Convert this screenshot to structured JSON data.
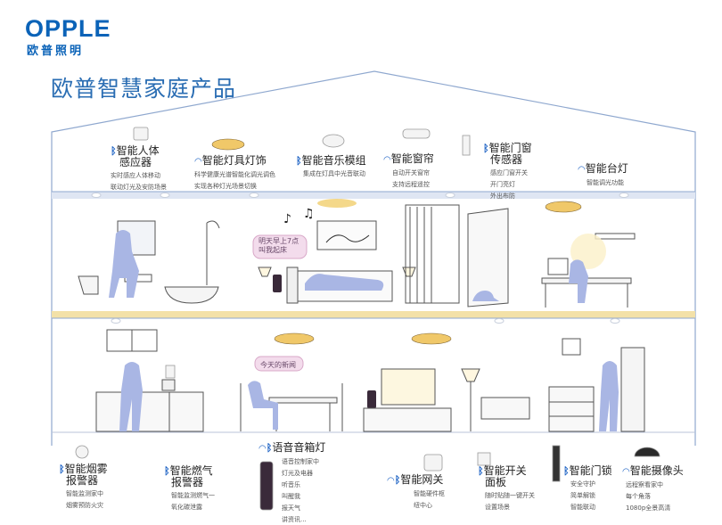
{
  "brand": {
    "name": "OPPLE",
    "chinese": "欧普照明"
  },
  "title": "欧普智慧家庭产品",
  "devices": {
    "body_sensor": {
      "name_line1": "智能人体",
      "name_line2": "感应器",
      "desc_line1": "实时感应人体移动",
      "desc_line2": "联动灯光及安防场景"
    },
    "chandelier": {
      "name": "智能灯具灯饰",
      "desc_line1": "科学健康光谱智能化调光调色",
      "desc_line2": "实现各种灯光场景切换"
    },
    "music_module": {
      "name": "智能音乐模组",
      "desc": "集成在灯具中光音联动"
    },
    "curtain": {
      "name": "智能窗帘",
      "desc_line1": "自动开关窗帘",
      "desc_line2": "支持远程遥控"
    },
    "door_sensor": {
      "name_line1": "智能门窗",
      "name_line2": "传感器",
      "desc_line1": "感应门窗开关",
      "desc_line2": "开门亮灯",
      "desc_line3": "外出布防"
    },
    "desk_lamp": {
      "name": "智能台灯",
      "desc": "智能调光功能"
    },
    "smoke_alarm": {
      "name_line1": "智能烟雾",
      "name_line2": "报警器",
      "desc_line1": "智能监测家中",
      "desc_line2": "烟雾预防火灾"
    },
    "gas_alarm": {
      "name_line1": "智能燃气",
      "name_line2": "报警器",
      "desc_line1": "智能监测燃气一",
      "desc_line2": "氧化碳泄露"
    },
    "speaker_lamp": {
      "name": "语音音箱灯",
      "desc_line1": "语音控制家中",
      "desc_line2": "灯光及电器",
      "desc_line3": "听音乐",
      "desc_line4": "叫醒我",
      "desc_line5": "报天气",
      "desc_line6": "讲资讯..."
    },
    "gateway": {
      "name": "智能网关",
      "desc_line1": "智能硬件枢",
      "desc_line2": "纽中心"
    },
    "switch_panel": {
      "name_line1": "智能开关",
      "name_line2": "面板",
      "desc_line1": "随时贴随一键开关",
      "desc_line2": "设置场景"
    },
    "door_lock": {
      "name": "智能门锁",
      "desc_line1": "安全守护",
      "desc_line2": "简单解锁",
      "desc_line3": "智能联动"
    },
    "camera": {
      "name": "智能摄像头",
      "desc_line1": "远程察看家中",
      "desc_line2": "每个角落",
      "desc_line3": "1080p全景高清"
    }
  },
  "bubbles": {
    "wake": "明天早上7点\n叫我起床",
    "news": "今天的新闻"
  },
  "colors": {
    "brand_blue": "#0b63b8",
    "silhouette": "#a9b6e4",
    "house_line": "#8fa8cf",
    "floor_glow": "#f3e1a8"
  }
}
